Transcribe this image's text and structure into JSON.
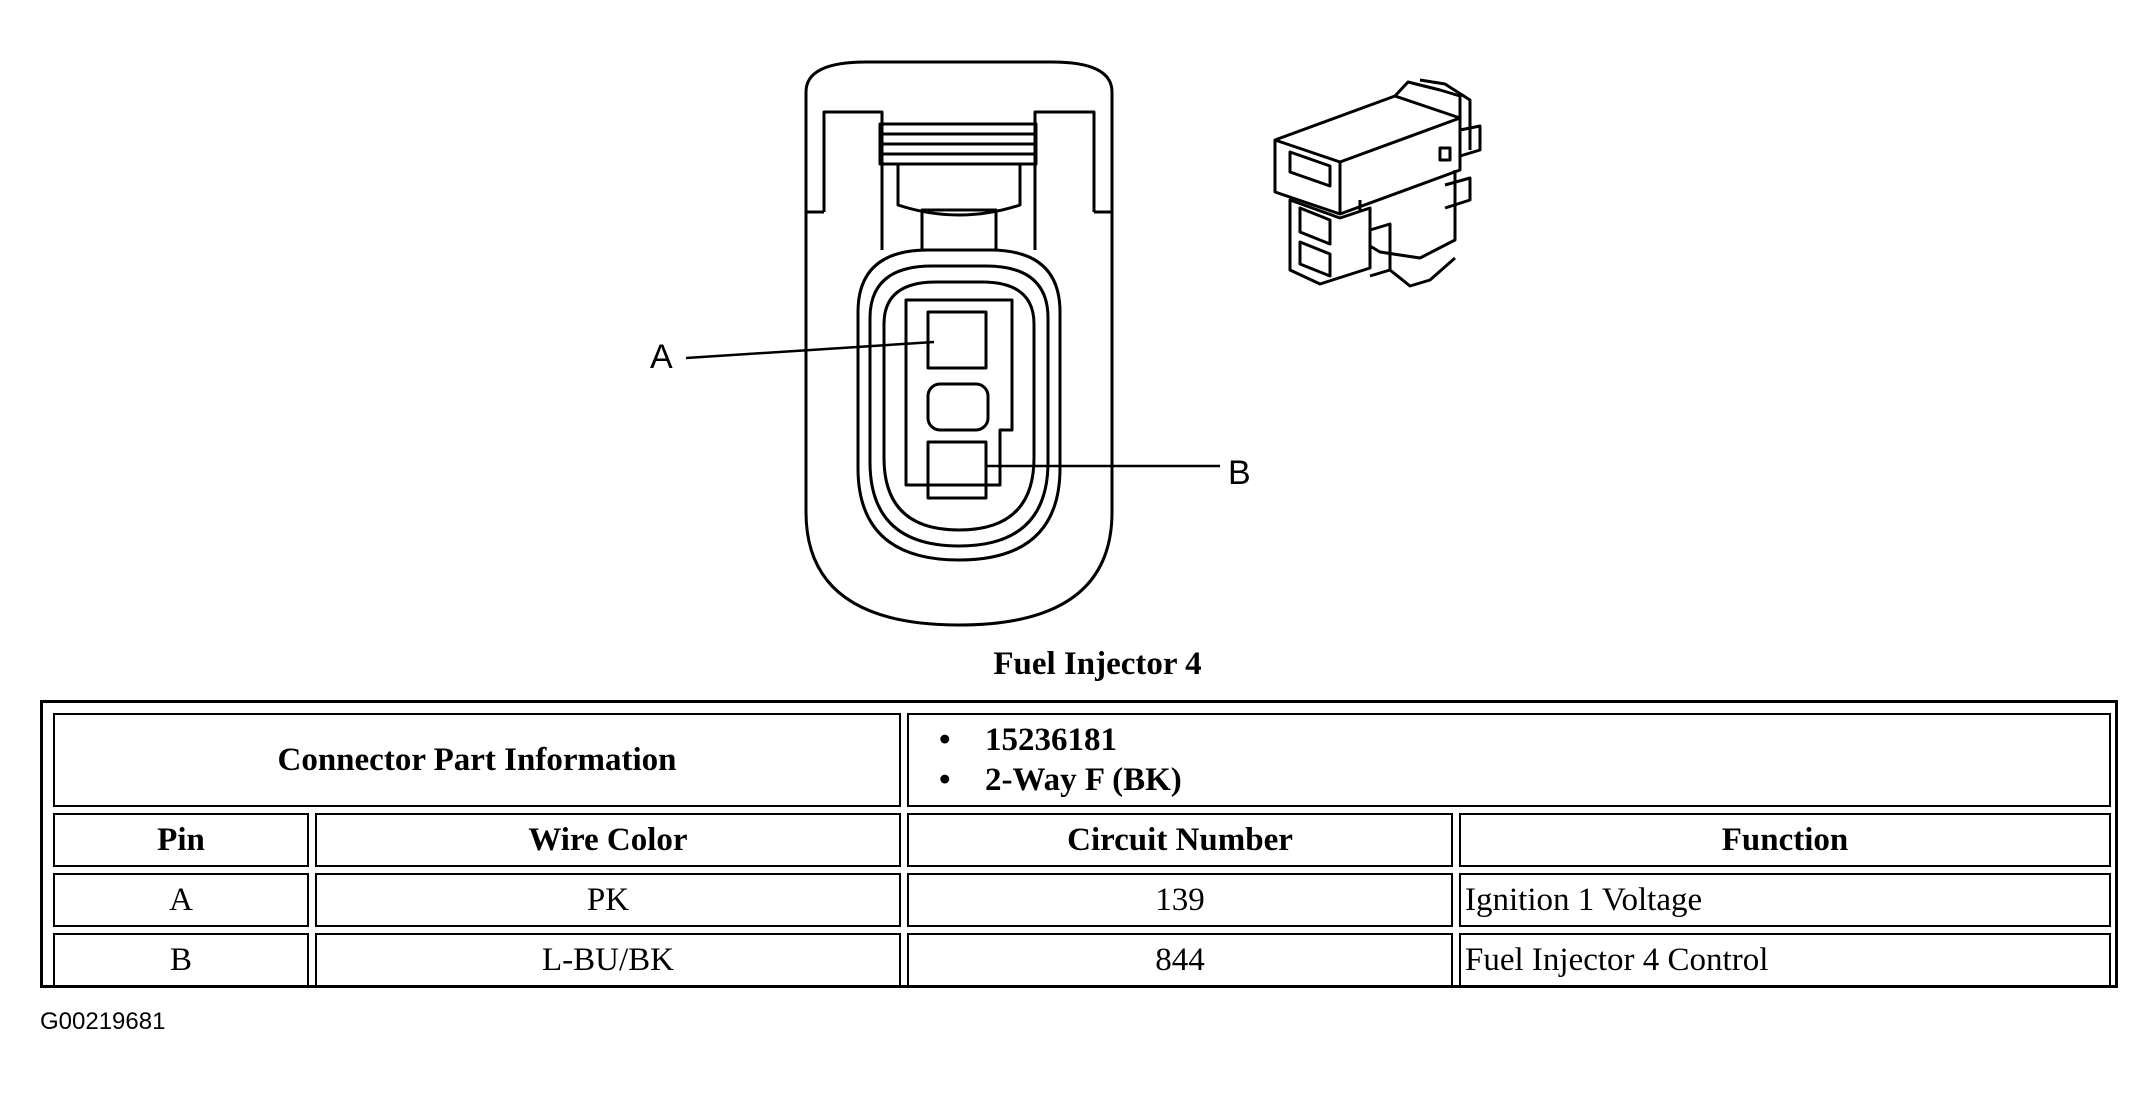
{
  "diagram": {
    "callouts": {
      "pin_a": "A",
      "pin_b": "B"
    },
    "caption": "Fuel Injector 4"
  },
  "table": {
    "part_info_label": "Connector Part Information",
    "part_info_items": [
      "15236181",
      "2-Way F (BK)"
    ],
    "headers": [
      "Pin",
      "Wire Color",
      "Circuit Number",
      "Function"
    ],
    "rows": [
      {
        "pin": "A",
        "wire_color": "PK",
        "circuit_number": "139",
        "function": "Ignition 1 Voltage"
      },
      {
        "pin": "B",
        "wire_color": "L-BU/BK",
        "circuit_number": "844",
        "function": "Fuel Injector 4 Control"
      }
    ]
  },
  "figure_id": "G00219681"
}
